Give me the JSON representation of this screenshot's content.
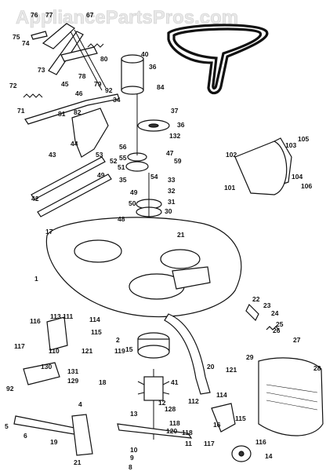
{
  "watermark": {
    "text": "AppliancePartsPros.com",
    "color": "#e8e8e8"
  },
  "callouts": [
    "76",
    "77",
    "67",
    "75",
    "74",
    "73",
    "80",
    "40",
    "36",
    "78",
    "79",
    "92",
    "34",
    "84",
    "72",
    "45",
    "46",
    "81",
    "82",
    "71",
    "37",
    "36",
    "132",
    "44",
    "101",
    "102",
    "103",
    "105",
    "104",
    "106",
    "43",
    "53",
    "52",
    "51",
    "54",
    "33",
    "32",
    "49",
    "31",
    "30",
    "50",
    "48",
    "35",
    "17",
    "21",
    "1",
    "56",
    "55",
    "59",
    "113",
    "111",
    "116",
    "114",
    "117",
    "115",
    "118",
    "110",
    "121",
    "2",
    "15",
    "130",
    "131",
    "129",
    "92",
    "128",
    "5",
    "4",
    "6",
    "19",
    "21",
    "13",
    "12",
    "120",
    "118",
    "10",
    "9",
    "8",
    "11",
    "20",
    "22",
    "23",
    "24",
    "25",
    "26",
    "27",
    "28",
    "29",
    "121",
    "114",
    "112",
    "115",
    "16",
    "119",
    "117",
    "116",
    "14",
    "18",
    "41",
    "42",
    "47",
    "49"
  ]
}
